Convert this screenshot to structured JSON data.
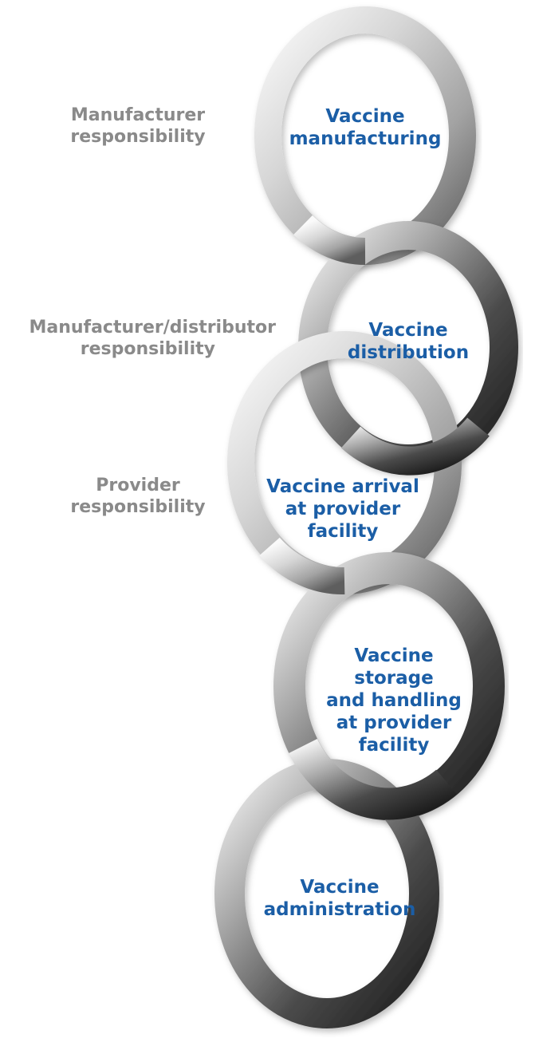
{
  "colors": {
    "responsibility_text": "#8a8a8a",
    "step_text": "#1b5ea6",
    "background": "#ffffff"
  },
  "responsibilities": [
    {
      "lines": [
        "Manufacturer",
        "responsibility"
      ]
    },
    {
      "lines": [
        "Manufacturer/distributor",
        "responsibility"
      ]
    },
    {
      "lines": [
        "Provider",
        "responsibility"
      ]
    }
  ],
  "steps": [
    {
      "lines": [
        "Vaccine",
        "manufacturing"
      ]
    },
    {
      "lines": [
        "Vaccine",
        "distribution"
      ]
    },
    {
      "lines": [
        "Vaccine arrival",
        "at provider",
        "facility"
      ]
    },
    {
      "lines": [
        "Vaccine",
        "storage",
        "and handling",
        "at provider",
        "facility"
      ]
    },
    {
      "lines": [
        "Vaccine",
        "administration"
      ]
    }
  ]
}
